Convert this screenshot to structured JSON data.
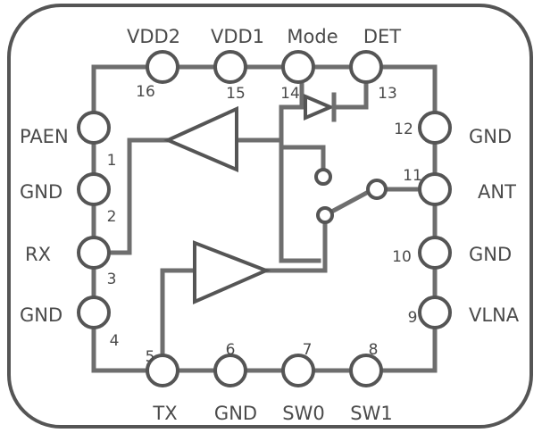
{
  "pins": [
    {
      "num": "1",
      "name": "PAEN"
    },
    {
      "num": "2",
      "name": "GND"
    },
    {
      "num": "3",
      "name": "RX"
    },
    {
      "num": "4",
      "name": "GND"
    },
    {
      "num": "5",
      "name": "TX"
    },
    {
      "num": "6",
      "name": "GND"
    },
    {
      "num": "7",
      "name": "SW0"
    },
    {
      "num": "8",
      "name": "SW1"
    },
    {
      "num": "9",
      "name": "VLNA"
    },
    {
      "num": "10",
      "name": "GND"
    },
    {
      "num": "11",
      "name": "ANT"
    },
    {
      "num": "12",
      "name": "GND"
    },
    {
      "num": "13",
      "name": "DET"
    },
    {
      "num": "14",
      "name": "Mode"
    },
    {
      "num": "15",
      "name": "VDD1"
    },
    {
      "num": "16",
      "name": "VDD2"
    }
  ],
  "colors": {
    "line": "#555555",
    "wire": "#6e6e6e",
    "text": "#4a4a4a",
    "background": "#ffffff"
  }
}
